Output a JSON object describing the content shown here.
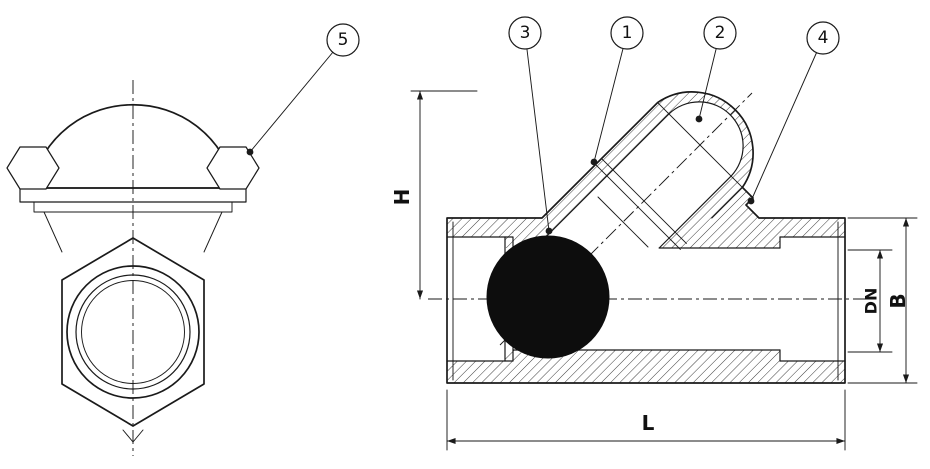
{
  "drawing": {
    "callouts": [
      {
        "label": "1"
      },
      {
        "label": "2"
      },
      {
        "label": "3"
      },
      {
        "label": "4"
      },
      {
        "label": "5"
      }
    ],
    "dimensions": {
      "H": "H",
      "DN": "DN",
      "B": "B",
      "L": "L"
    },
    "colors": {
      "line": "#1a1a1a",
      "ball": "#0d0d0d",
      "background": "#ffffff"
    }
  }
}
